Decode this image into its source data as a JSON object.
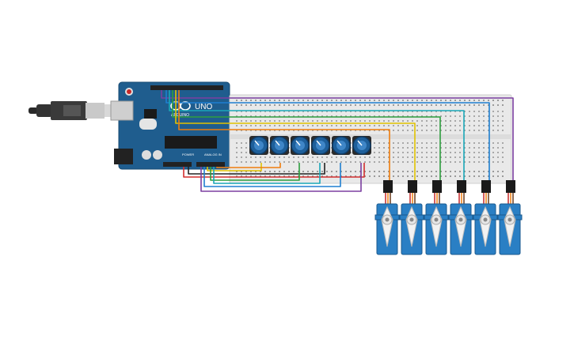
{
  "board": {
    "logo_text": "UNO",
    "power_label": "POWER",
    "analog_label": "ANALOG IN",
    "brand_text": "ARDUINO"
  },
  "colors": {
    "board": "#1f5d8e",
    "breadboard": "#e9e9e9",
    "potentiometer": "#1e5f9a",
    "servo": "#2a7fc4",
    "wire_red": "#d32f2f",
    "wire_black": "#222222",
    "wire_orange": "#ef7d0d",
    "wire_yellow": "#e0c200",
    "wire_green": "#2e9e3f",
    "wire_blue": "#1f7fd0",
    "wire_teal": "#1aa7b8",
    "wire_purple": "#7b3fa0"
  },
  "components": {
    "potentiometer_count": 6,
    "servo_count": 6
  }
}
